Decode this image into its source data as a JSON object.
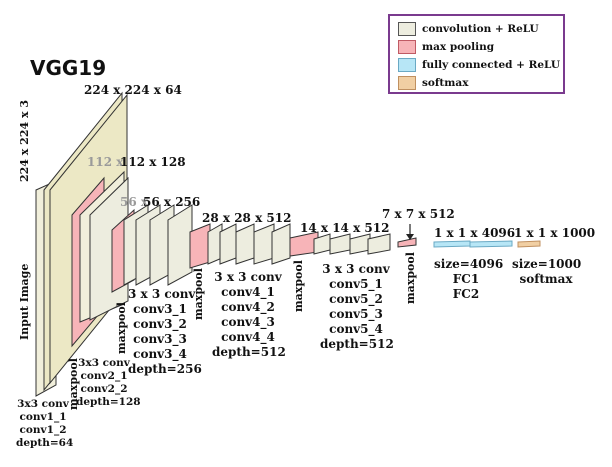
{
  "title": "VGG19",
  "legend": [
    {
      "label": "convolution + ReLU",
      "color": "#ededdf"
    },
    {
      "label": "max pooling",
      "color": "#f7b4b8"
    },
    {
      "label": "fully connected + ReLU",
      "color": "#b7e6f6"
    },
    {
      "label": "softmax",
      "color": "#f1cfa3"
    }
  ],
  "input": {
    "size": "224 x 224 x 3",
    "label": "Input Image"
  },
  "block1": {
    "size": "224 x 224 x 64",
    "lines": [
      "3x3 conv",
      "conv1_1",
      "conv1_2",
      "depth=64"
    ],
    "pool": "maxpool"
  },
  "block2": {
    "size_prefix": "112 x",
    "size": "112 x 128",
    "lines": [
      "3x3 conv",
      "conv2_1",
      "conv2_2",
      "depth=128"
    ],
    "pool": "maxpool"
  },
  "block3": {
    "size_prefix": "56 x",
    "size": "56 x 256",
    "lines": [
      "3 x 3 conv",
      "conv3_1",
      "conv3_2",
      "conv3_3",
      "conv3_4",
      "depth=256"
    ],
    "pool": "maxpool"
  },
  "block4": {
    "size": "28 x 28 x 512",
    "lines": [
      "3 x 3 conv",
      "conv4_1",
      "conv4_2",
      "conv4_3",
      "conv4_4",
      "depth=512"
    ],
    "pool": "maxpool"
  },
  "block5": {
    "size": "14 x 14 x 512",
    "lines": [
      "3 x 3 conv",
      "conv5_1",
      "conv5_2",
      "conv5_3",
      "conv5_4",
      "depth=512"
    ],
    "pool": "maxpool"
  },
  "pool5": {
    "size": "7 x 7 x 512"
  },
  "fc": {
    "size": "1 x 1 x 4096",
    "lines": [
      "size=4096",
      "FC1",
      "FC2"
    ]
  },
  "softmax": {
    "size": "1 x 1 x 1000",
    "lines": [
      "size=1000",
      "softmax"
    ]
  }
}
